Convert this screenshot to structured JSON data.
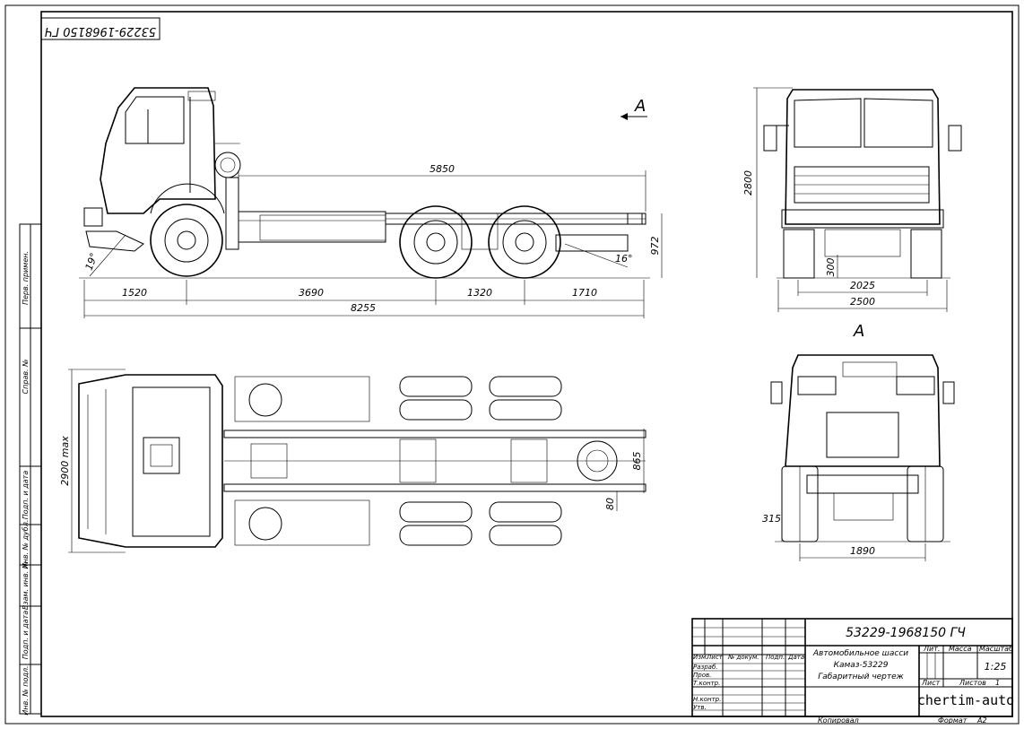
{
  "stamp_code_mirrored": "53229-1968150 ГЧ",
  "view_label": "A",
  "side_view": {
    "dim_frame": "5850",
    "dim_height_frame": "972",
    "angle_front": "19°",
    "angle_rear": "16°",
    "dims_bottom": [
      "1520",
      "3690",
      "1320",
      "1710"
    ],
    "dim_total": "8255"
  },
  "front_view": {
    "dim_height": "2800",
    "dim_clearance": "300",
    "dim_track": "2025",
    "dim_width": "2500"
  },
  "top_view": {
    "dim_width": "2900 max",
    "dim_frame_width": "865",
    "dim_small": "80"
  },
  "rear_view": {
    "dim_low": "315",
    "dim_track": "1890"
  },
  "side_strip": [
    "Перв. примен.",
    "Справ. №",
    "Подп. и дата",
    "Инв. № дубл.",
    "Взам. инв. №",
    "Подп. и дата",
    "Инв. № подл."
  ],
  "title_block": {
    "doc_code": "53229-1968150 ГЧ",
    "name_lines": [
      "Автомобильное шасси",
      "Камаз-53229",
      "Габаритный чертеж"
    ],
    "headers": [
      "Изм.",
      "Лист",
      "№ докум.",
      "Подп.",
      "Дата"
    ],
    "roles": [
      "Разраб.",
      "Пров.",
      "Т.контр.",
      "",
      "Н.контр.",
      "Утв."
    ],
    "lit_label": "Лит.",
    "mass_label": "Масса",
    "scale_label": "Масштаб",
    "scale_value": "1:25",
    "sheet_label": "Лист",
    "sheets_label": "Листов",
    "sheets_value": "1",
    "org": "chertim-auto",
    "copied": "Копировал",
    "format": "Формат",
    "format_value": "A2"
  }
}
